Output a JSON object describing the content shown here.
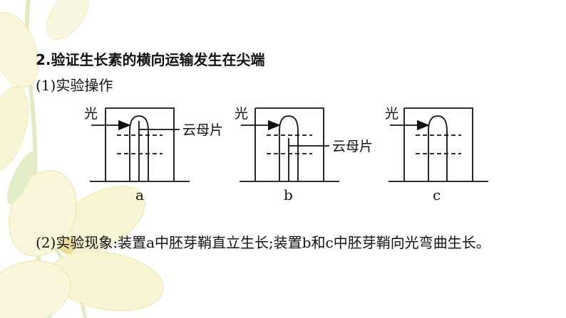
{
  "heading": "2.验证生长素的横向运输发生在尖端",
  "section1_label": "(1)实验操作",
  "section2_label": "(2)实验现象:装置a中胚芽鞘直立生长;装置b和c中胚芽鞘向光弯曲生长。",
  "diagram": {
    "light_label": "光",
    "mica_label": "云母片",
    "apparatus": [
      {
        "caption": "a",
        "mica": "tip"
      },
      {
        "caption": "b",
        "mica": "below-tip"
      },
      {
        "caption": "c",
        "mica": "none"
      }
    ]
  },
  "colors": {
    "ink": "#111111",
    "petal": "#f6f2c8",
    "petal_edge": "#e6dc8e",
    "leaf": "#cfe0a8"
  }
}
